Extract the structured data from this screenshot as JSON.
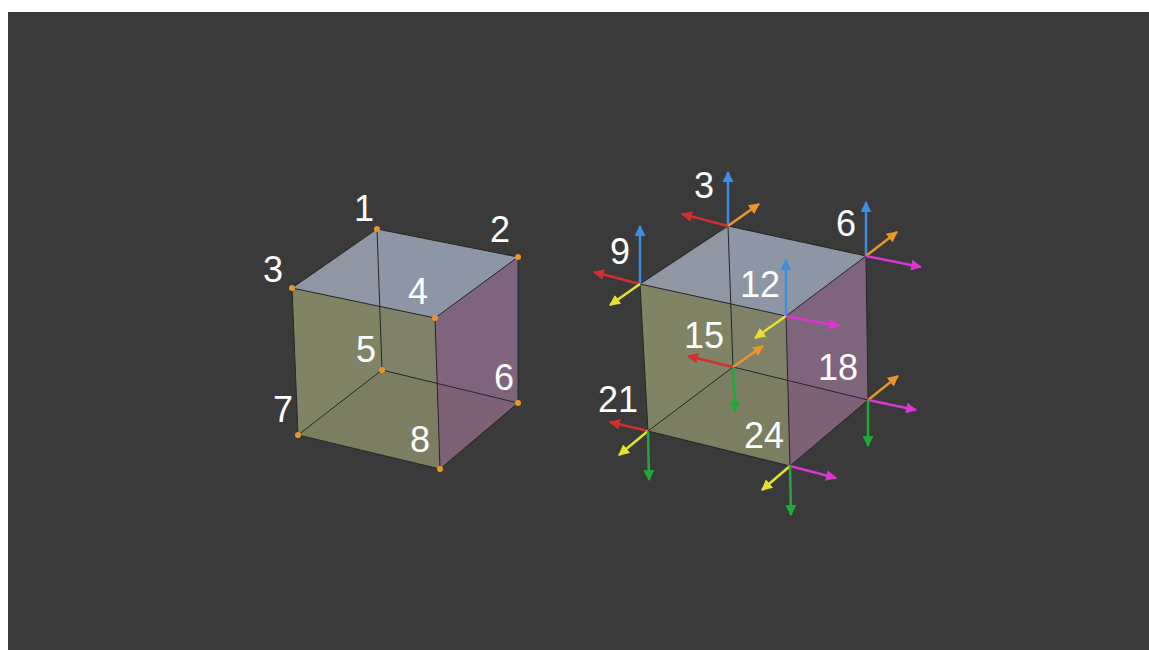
{
  "diagram": {
    "labels": [
      "1",
      "2",
      "3",
      "4",
      "5",
      "6",
      "7",
      "8",
      "3",
      "6",
      "9",
      "12",
      "15",
      "18",
      "21",
      "24"
    ]
  }
}
